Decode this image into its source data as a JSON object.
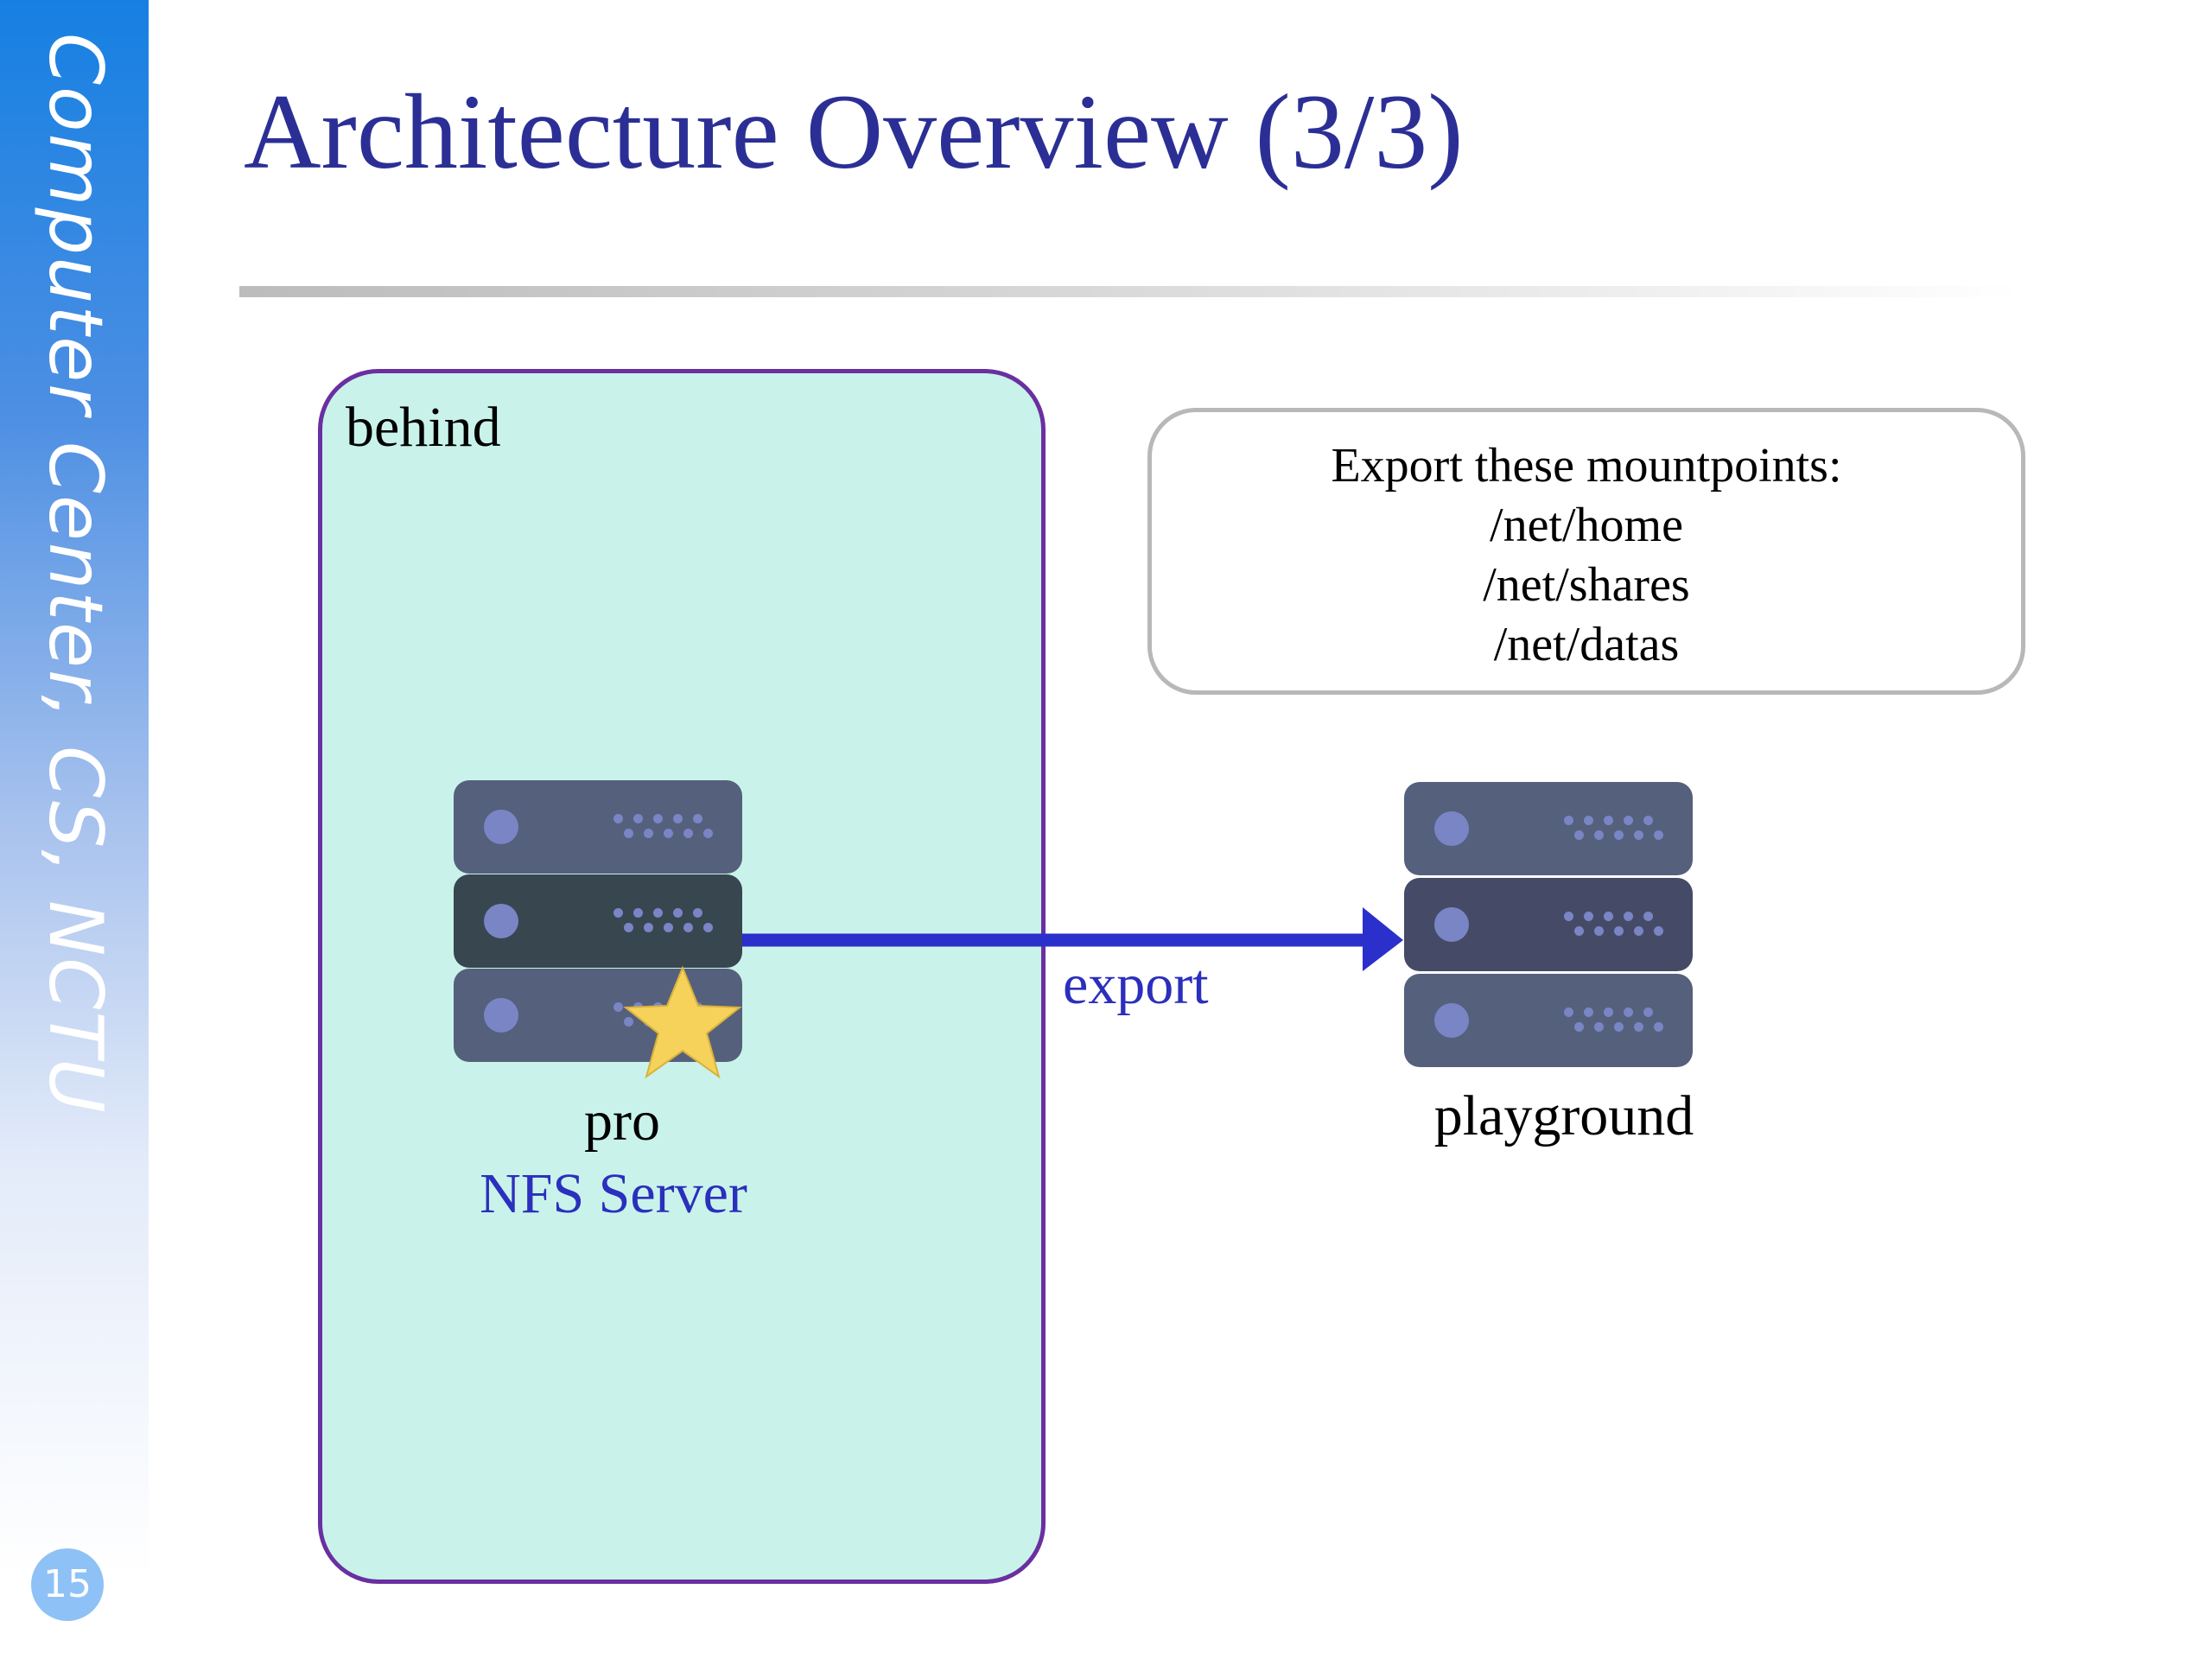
{
  "sidebar": {
    "caption": "Computer Center, CS, NCTU",
    "page_number": "15"
  },
  "slide": {
    "title": "Architecture Overview (3/3)"
  },
  "diagram": {
    "zone": {
      "label": "behind",
      "fill": "#c9f3ea",
      "border": "#6a2fa0"
    },
    "note": {
      "lines": [
        "Export these mountpoints:",
        "/net/home",
        "/net/shares",
        "/net/datas"
      ]
    },
    "nodes": [
      {
        "id": "pro",
        "name": "pro",
        "role": "NFS Server",
        "icon": "server-icon",
        "badge": "star-icon"
      },
      {
        "id": "playground",
        "name": "playground",
        "icon": "server-icon"
      }
    ],
    "edges": [
      {
        "from": "pro",
        "to": "playground",
        "label": "export",
        "color": "#2b2fcc"
      }
    ]
  },
  "colors": {
    "title": "#2b2f95",
    "accent_blue": "#2b2fbd",
    "server_unit": "#55607c",
    "server_led": "#7a85c6",
    "star": "#f6d25a"
  }
}
